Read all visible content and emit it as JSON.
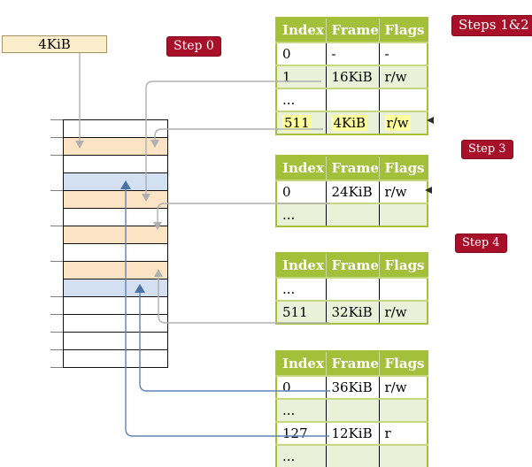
{
  "colors": {
    "table_green": "#a4bf3a",
    "row_green": "#eaf1d8",
    "row_separator": "#c5d77f",
    "highlight_yellow": "#ffff9c",
    "badge_red": "#a81029",
    "box_cream": "#fbeecb",
    "mem_peach": "#fbe3c4",
    "mem_blue": "#d3e0f1",
    "arrow_gray": "#b0b0b0",
    "arrow_blue": "#6183b7",
    "arrow_blue_dark": "#4a72a8"
  },
  "frame_box": {
    "label": "4KiB"
  },
  "badges": {
    "step0": "Step 0",
    "steps12": "Steps 1&2",
    "step3": "Step 3",
    "step4": "Step 4"
  },
  "memory_column": {
    "rows": [
      "white",
      "peach",
      "white",
      "blue",
      "peach",
      "white",
      "peach",
      "white",
      "peach",
      "blue",
      "white",
      "white",
      "white",
      "white"
    ]
  },
  "tables": [
    {
      "headers": [
        "Index",
        "Frame",
        "Flags"
      ],
      "rows": [
        {
          "cells": [
            "0",
            "-",
            "-"
          ],
          "shaded": false,
          "highlighted": false
        },
        {
          "cells": [
            "1",
            "16KiB",
            "r/w"
          ],
          "shaded": true,
          "highlighted": false
        },
        {
          "cells": [
            "...",
            "",
            ""
          ],
          "shaded": false,
          "highlighted": false
        },
        {
          "cells": [
            "511",
            "4KiB",
            "r/w"
          ],
          "shaded": true,
          "highlighted": true
        }
      ]
    },
    {
      "headers": [
        "Index",
        "Frame",
        "Flags"
      ],
      "rows": [
        {
          "cells": [
            "0",
            "24KiB",
            "r/w"
          ],
          "shaded": false,
          "highlighted": false
        },
        {
          "cells": [
            "...",
            "",
            ""
          ],
          "shaded": true,
          "highlighted": false
        }
      ]
    },
    {
      "headers": [
        "Index",
        "Frame",
        "Flags"
      ],
      "rows": [
        {
          "cells": [
            "...",
            "",
            ""
          ],
          "shaded": false,
          "highlighted": false
        },
        {
          "cells": [
            "511",
            "32KiB",
            "r/w"
          ],
          "shaded": true,
          "highlighted": false
        }
      ]
    },
    {
      "headers": [
        "Index",
        "Frame",
        "Flags"
      ],
      "rows": [
        {
          "cells": [
            "0",
            "36KiB",
            "r/w"
          ],
          "shaded": false,
          "highlighted": false
        },
        {
          "cells": [
            "...",
            "",
            ""
          ],
          "shaded": true,
          "highlighted": false
        },
        {
          "cells": [
            "127",
            "12KiB",
            "r"
          ],
          "shaded": false,
          "highlighted": false
        },
        {
          "cells": [
            "...",
            "",
            ""
          ],
          "shaded": true,
          "highlighted": false
        }
      ]
    }
  ]
}
